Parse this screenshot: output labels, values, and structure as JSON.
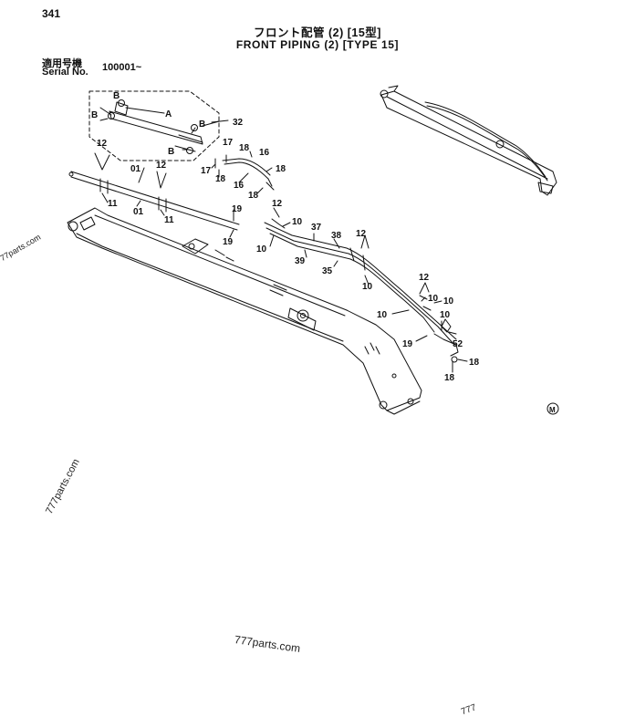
{
  "page_number": "341",
  "title_jp": "フロント配管 (2) [15型]",
  "title_en": "FRONT PIPING (2) [TYPE 15]",
  "serial_label_jp": "適用号機",
  "serial_label_en": "Serial No.",
  "serial_value": "100001~",
  "watermarks": [
    "777parts.com",
    "777parts.com",
    "777parts.com",
    "777"
  ],
  "callouts": {
    "c341_b1": "B",
    "c341_b2": "B",
    "c341_a": "A",
    "c341_b3": "B",
    "c341_b4": "B",
    "c32": "32",
    "c12a": "12",
    "c01a": "01",
    "c12b": "12",
    "c11a": "11",
    "c01b": "01",
    "c11b": "11",
    "c17a": "17",
    "c18a": "18",
    "c16a": "16",
    "c17b": "17",
    "c18b": "18",
    "c18c": "18",
    "c16b": "16",
    "c18d": "18",
    "c19a": "19",
    "c19b": "19",
    "c12c": "12",
    "c10a": "10",
    "c37": "37",
    "c38": "38",
    "c12d": "12",
    "c10b": "10",
    "c39": "39",
    "c35": "35",
    "c10c": "10",
    "c12e": "12",
    "c10d": "10",
    "c10e": "10",
    "c10f": "10",
    "c10g": "10",
    "c52": "52",
    "c19c": "19",
    "c18e": "18",
    "c18f": "18"
  },
  "mark_symbol": "M"
}
